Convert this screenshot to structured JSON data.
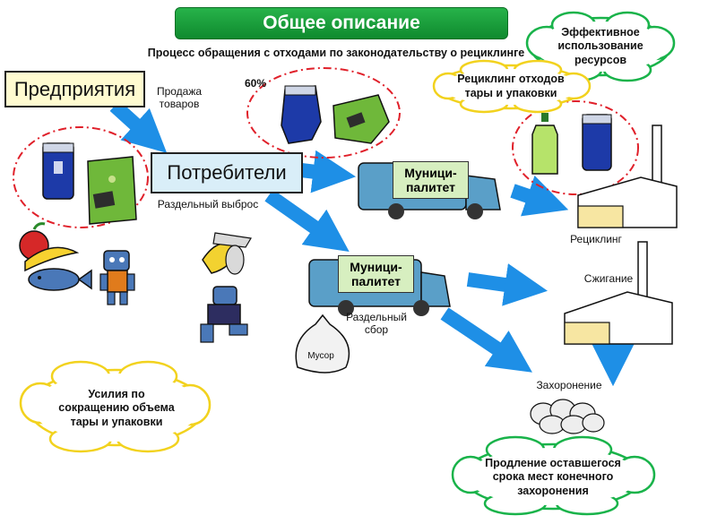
{
  "header": {
    "title": "Общее описание",
    "subtitle": "Процесс обращения с отходами по законодательству о рециклинге"
  },
  "nodes": {
    "enterprises": "Предприятия",
    "consumers": "Потребители",
    "municipality_1": "Муници-\nпалитет",
    "municipality_2": "Муници-\nпалитет"
  },
  "labels": {
    "sales": "Продажа\nтоваров",
    "percent": "60%",
    "separate_disposal": "Раздельный выброс",
    "separate_collection": "Раздельный\nсбор",
    "garbage_bag": "Мусор",
    "recycling": "Рециклинг",
    "incineration": "Сжигание",
    "landfill": "Захоронение"
  },
  "clouds": {
    "efficient_use": "Эффективное\nиспользование\nресурсов",
    "container_recycling": "Рециклинг отходов\nтары и упаковки",
    "reduction_efforts": "Усилия по\nсокращению объема\nтары и упаковки",
    "landfill_extension": "Продление оставшегося\nсрока мест конечного\nзахоронения"
  },
  "colors": {
    "arrow": "#1e8fe6",
    "title_bg": "#1aa33d",
    "cloud_yellow": "#f2d21e",
    "cloud_green": "#19b34a",
    "dashed_red": "#e0202a"
  }
}
